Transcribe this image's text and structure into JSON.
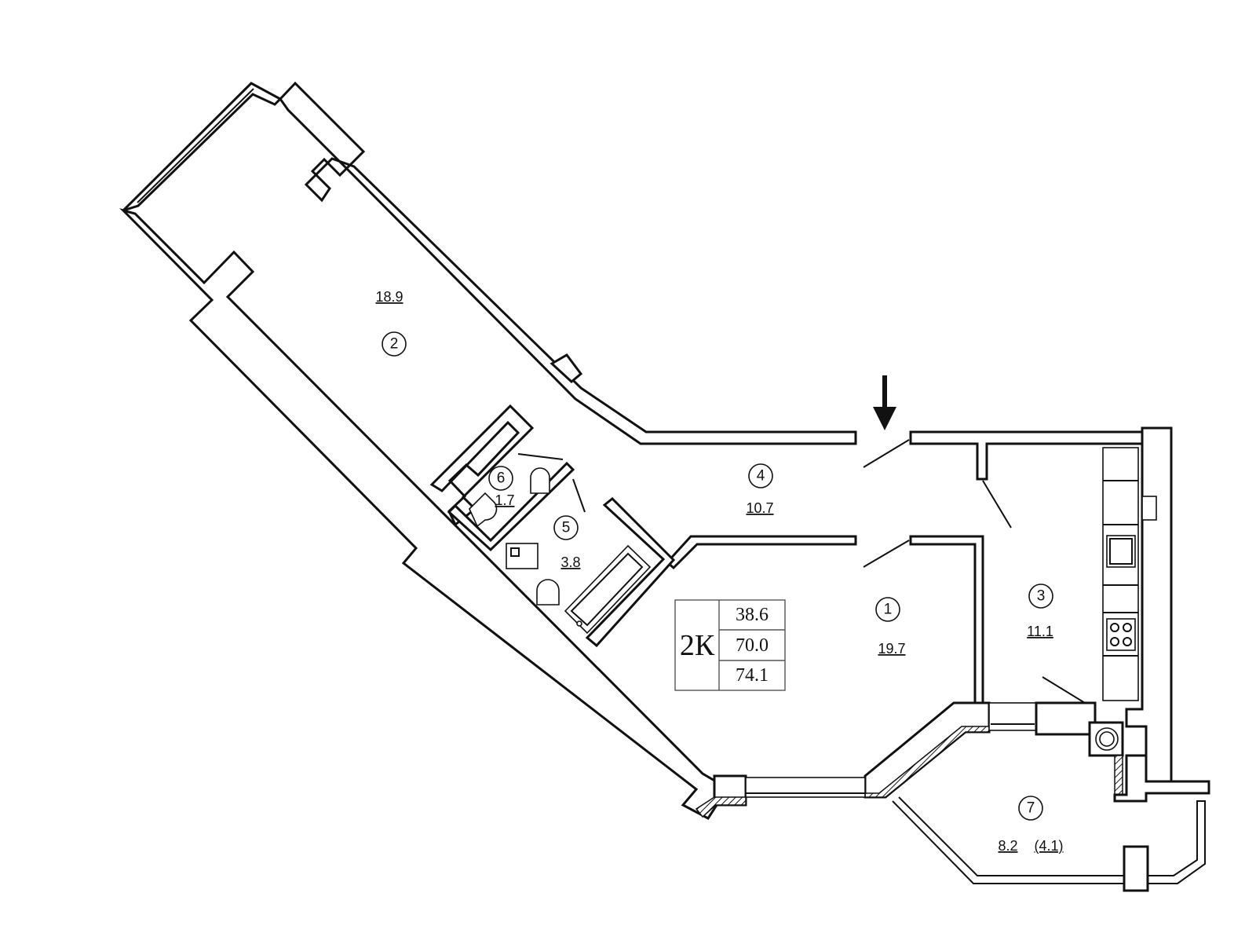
{
  "apartment": {
    "type_label": "2К",
    "areas": [
      "38.6",
      "70.0",
      "74.1"
    ]
  },
  "rooms": [
    {
      "id": "room-1",
      "number": "1",
      "area": "19.7"
    },
    {
      "id": "room-2",
      "number": "2",
      "area": "18.9"
    },
    {
      "id": "room-3",
      "number": "3",
      "area": "11.1"
    },
    {
      "id": "room-4",
      "number": "4",
      "area": "10.7"
    },
    {
      "id": "room-5",
      "number": "5",
      "area": "3.8"
    },
    {
      "id": "room-6",
      "number": "6",
      "area": "1.7"
    },
    {
      "id": "room-7",
      "number": "7",
      "area": "8.2",
      "area_extra": "(4.1)"
    }
  ],
  "entrance": {
    "icon": "entrance-arrow-icon"
  }
}
